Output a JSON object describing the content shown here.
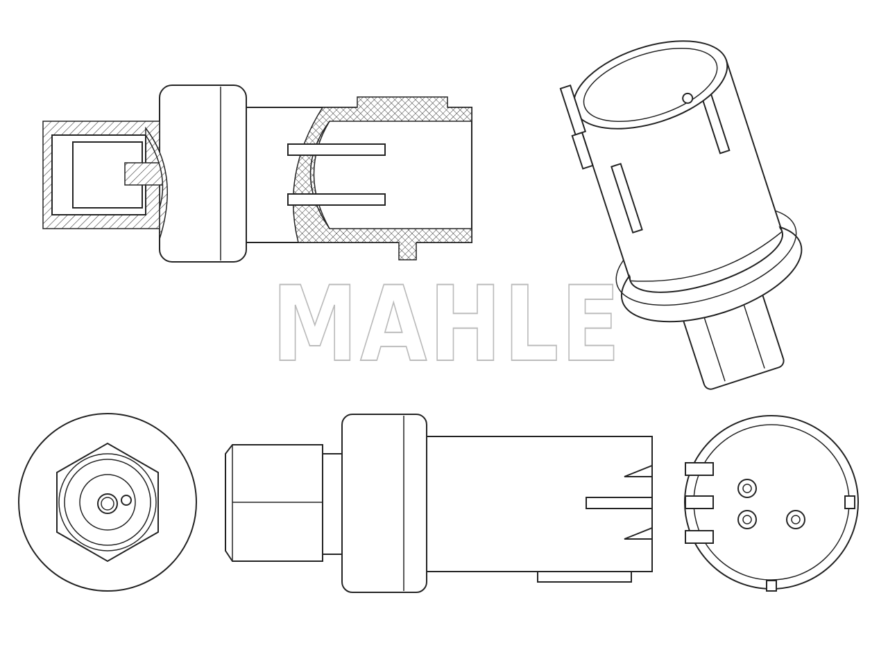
{
  "watermark": {
    "text": "MAHLE"
  },
  "views": [
    "side-section-view",
    "perspective-view",
    "front-port-view",
    "side-view",
    "connector-end-view"
  ],
  "colors": {
    "line": "#222222",
    "background": "#ffffff",
    "watermark_outline": "#bbbbbb"
  }
}
